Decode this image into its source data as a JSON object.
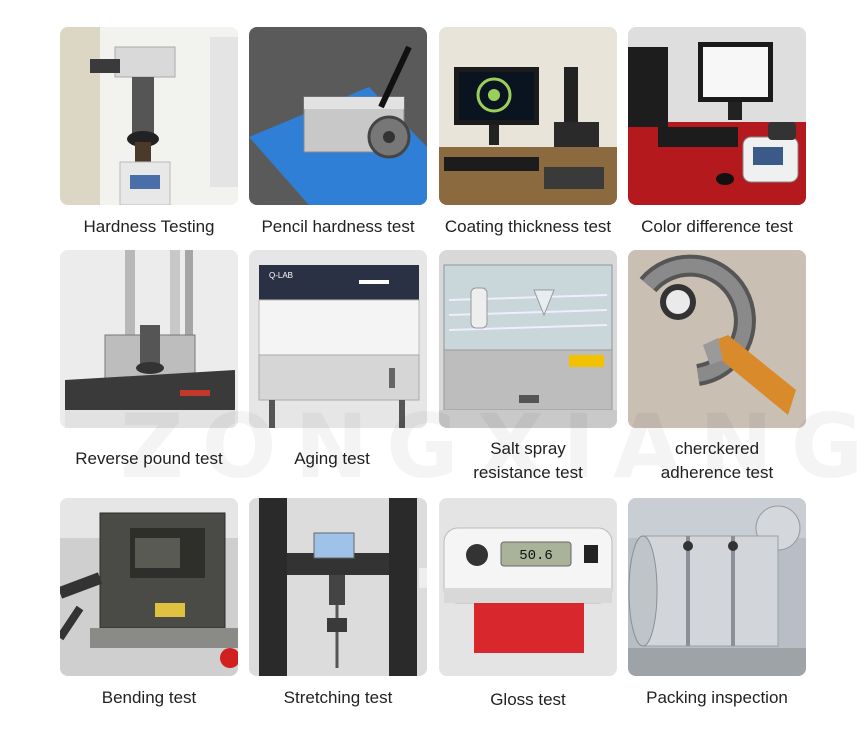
{
  "captions": {
    "hardness": "Hardness Testing",
    "pencil": "Pencil hardness test",
    "coating": "Coating thickness test",
    "color": "Color difference test",
    "reverse": "Reverse pound test",
    "aging": "Aging test",
    "salt_1": "Salt spray",
    "salt_2": "resistance test",
    "chk_1": "cherckered",
    "chk_2": "adherence test",
    "bending": "Bending test",
    "stretching": "Stretching test",
    "gloss": "Gloss test",
    "packing": "Packing inspection"
  },
  "photo_text": {
    "aging_brand": "Q-LAB",
    "gloss_readout": "50.6"
  },
  "watermark": "ZONGXIANG",
  "colors": {
    "caption": "#222222",
    "pencil_blue": "#2f7fd6",
    "color_table_red": "#b3191d",
    "gloss_card_red": "#d9272e",
    "handle_orange": "#d98a2a"
  }
}
